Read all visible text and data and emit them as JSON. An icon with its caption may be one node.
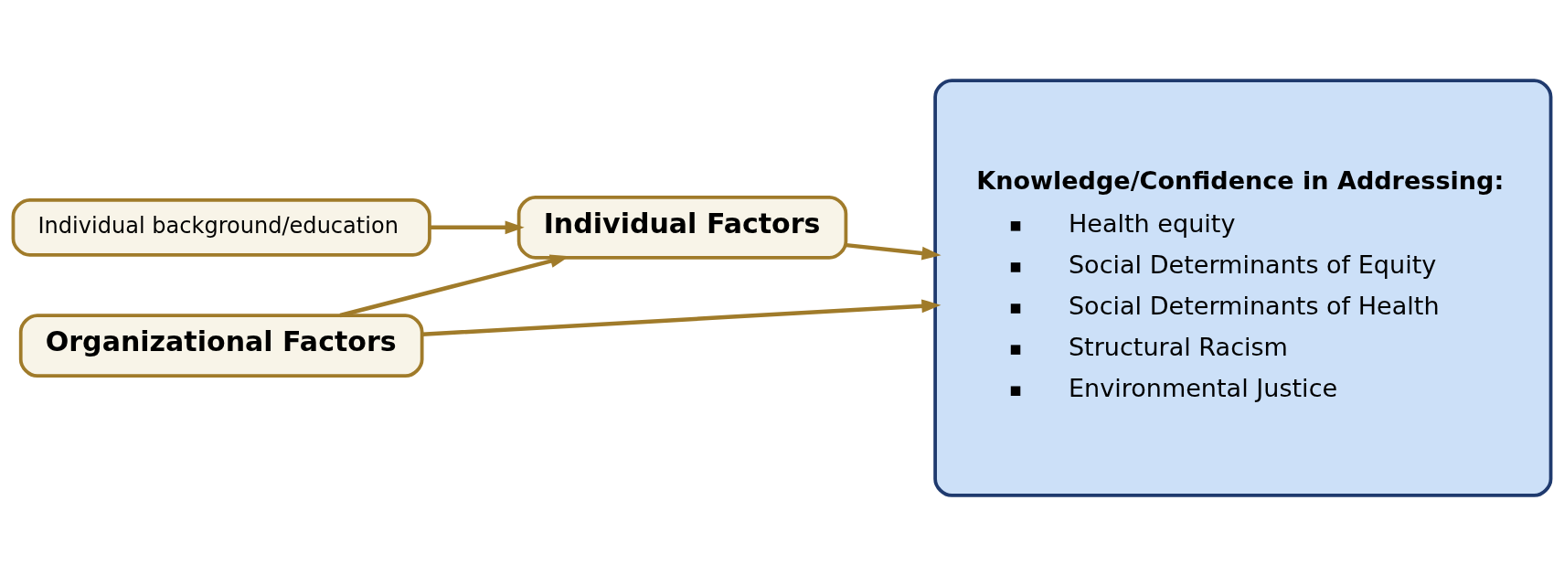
{
  "diagram": {
    "nodes": [
      {
        "text": [
          "Individual background/education"
        ]
      },
      {
        "text": [
          "Organizational Factors"
        ]
      },
      {
        "text": [
          "Individual Factors"
        ]
      },
      {
        "text": [
          "Knowledge/Confidence in Addressing:",
          "Health equity",
          "Social Determinants of Equity",
          "Social Determinants of Health",
          "Structural Racism",
          "Environmental Justice"
        ]
      }
    ],
    "edges": [
      {
        "from": 0,
        "to": 2,
        "arrow": "to"
      },
      {
        "from": 1,
        "to": 2,
        "arrow": "to"
      },
      {
        "from": 2,
        "to": 3,
        "arrow": "to"
      },
      {
        "from": 1,
        "to": 3,
        "arrow": "to"
      }
    ]
  }
}
